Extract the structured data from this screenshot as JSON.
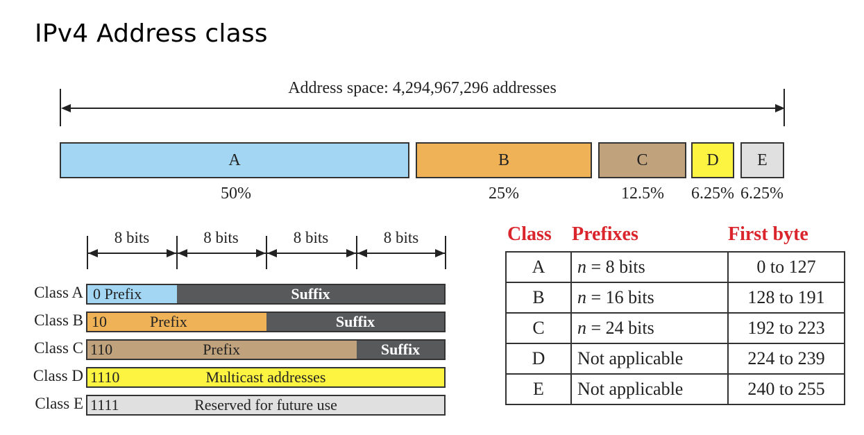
{
  "title": "IPv4 Address class",
  "address_space": {
    "label": "Address space: 4,294,967,296 addresses",
    "segments": [
      {
        "name": "A",
        "percent_label": "50%",
        "fraction": 0.5,
        "color": "#a3d6f3"
      },
      {
        "name": "B",
        "percent_label": "25%",
        "fraction": 0.25,
        "color": "#efb257"
      },
      {
        "name": "C",
        "percent_label": "12.5%",
        "fraction": 0.125,
        "color": "#c0a27c"
      },
      {
        "name": "D",
        "percent_label": "6.25%",
        "fraction": 0.0625,
        "color": "#fdf442"
      },
      {
        "name": "E",
        "percent_label": "6.25%",
        "fraction": 0.0625,
        "color": "#e0e0e0"
      }
    ]
  },
  "bit_layout": {
    "bit_labels": [
      "8 bits",
      "8 bits",
      "8 bits",
      "8 bits"
    ],
    "rows": [
      {
        "label": "Class A",
        "lead": "0",
        "prefix": "Prefix",
        "suffix": "Suffix",
        "prefix_bytes": 1,
        "prefix_color": "#a3d6f3"
      },
      {
        "label": "Class B",
        "lead": "10",
        "prefix": "Prefix",
        "suffix": "Suffix",
        "prefix_bytes": 2,
        "prefix_color": "#efb257"
      },
      {
        "label": "Class C",
        "lead": "110",
        "prefix": "Prefix",
        "suffix": "Suffix",
        "prefix_bytes": 3,
        "prefix_color": "#c0a27c"
      },
      {
        "label": "Class D",
        "lead": "1110",
        "body": "Multicast addresses",
        "color": "#fdf442"
      },
      {
        "label": "Class E",
        "lead": "1111",
        "body": "Reserved for future use",
        "color": "#e0e0e0"
      }
    ],
    "suffix_color": "#58595b"
  },
  "class_table": {
    "headers": [
      "Class",
      "Prefixes",
      "First byte"
    ],
    "header_color": "#d9252b",
    "rows": [
      {
        "cls": "A",
        "prefix_n": "n",
        "prefix_rest": " = 8 bits",
        "first_byte": "0 to 127"
      },
      {
        "cls": "B",
        "prefix_n": "n",
        "prefix_rest": " = 16 bits",
        "first_byte": "128 to 191"
      },
      {
        "cls": "C",
        "prefix_n": "n",
        "prefix_rest": " = 24 bits",
        "first_byte": "192 to 223"
      },
      {
        "cls": "D",
        "prefix_n": "",
        "prefix_rest": "Not applicable",
        "first_byte": "224 to 239"
      },
      {
        "cls": "E",
        "prefix_n": "",
        "prefix_rest": "Not applicable",
        "first_byte": "240 to 255"
      }
    ]
  }
}
